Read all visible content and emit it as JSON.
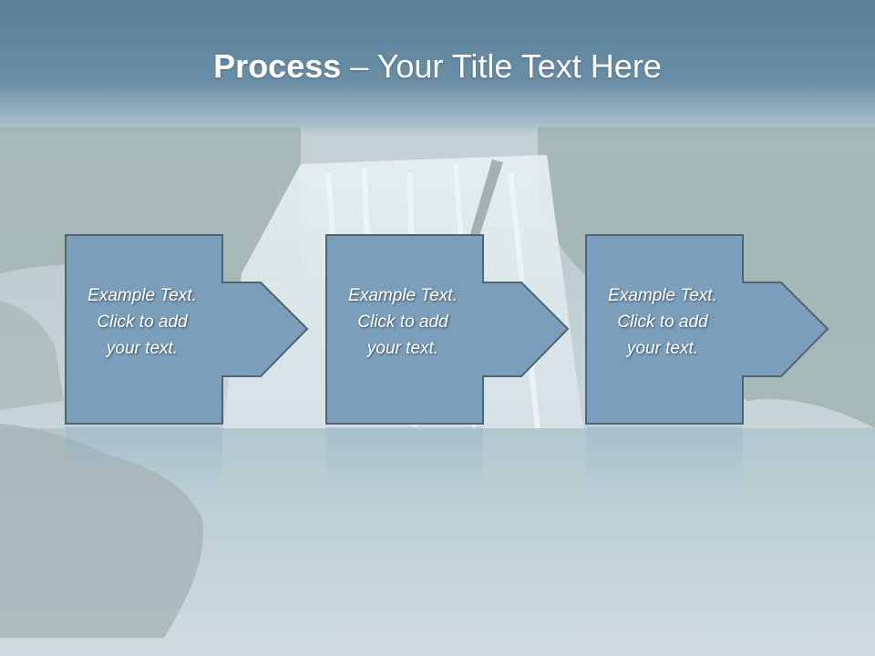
{
  "slide": {
    "title_bold": "Process",
    "title_rest": " – Your Title Text Here"
  },
  "steps": [
    {
      "lines": [
        "Example Text.",
        "Click  to add",
        "your text."
      ]
    },
    {
      "lines": [
        "Example Text.",
        "Click  to add",
        "your text."
      ]
    },
    {
      "lines": [
        "Example Text.",
        "Click  to add",
        "your text."
      ]
    }
  ],
  "colors": {
    "title_band": "#5b7f95",
    "box_fill": "#7b9fba",
    "box_stroke": "#4e6575",
    "text": "#ffffff"
  }
}
